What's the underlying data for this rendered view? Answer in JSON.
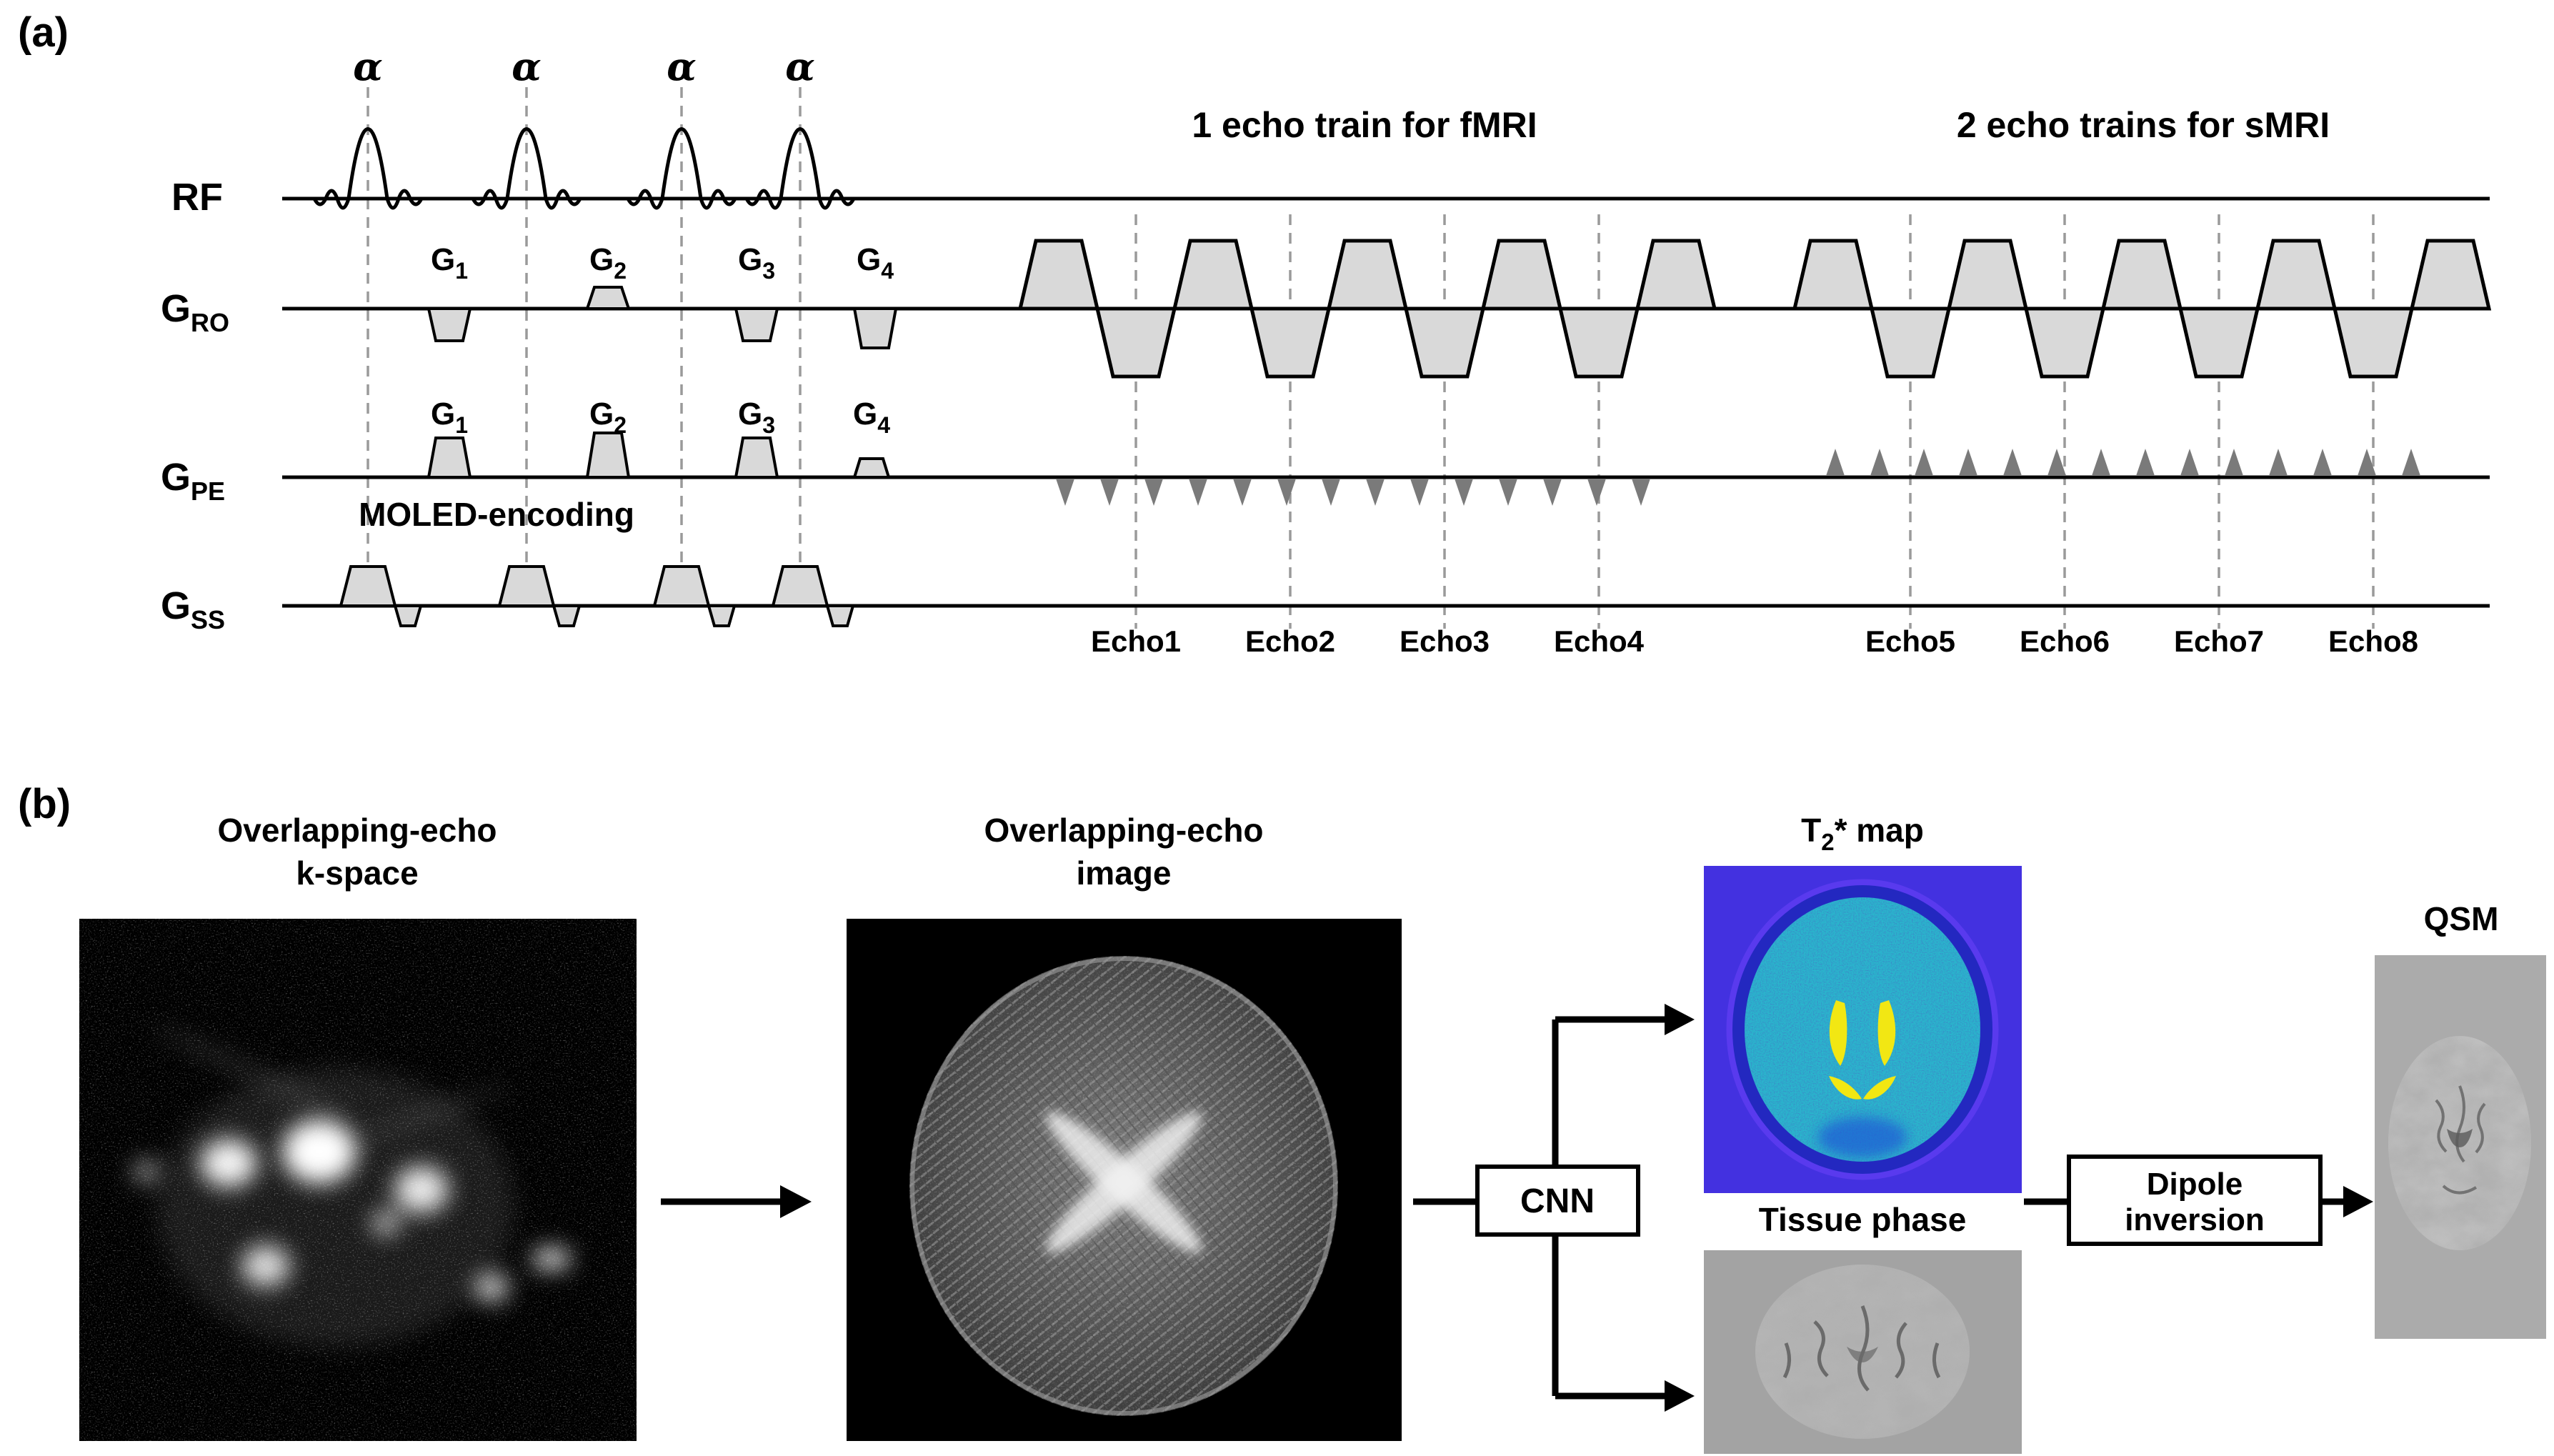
{
  "panel_a": {
    "label": "(a)",
    "rf_label": "RF",
    "row_g_main": "G",
    "row_ro_sub": "RO",
    "row_pe_sub": "PE",
    "row_ss_sub": "SS",
    "alpha": "α",
    "train1_title": "1 echo train for fMRI",
    "train2_title": "2 echo trains for sMRI",
    "moled_label": "MOLED-encoding",
    "grad_main": "G",
    "grad_subs": [
      "1",
      "2",
      "3",
      "4"
    ],
    "echo_labels": [
      "Echo1",
      "Echo2",
      "Echo3",
      "Echo4",
      "Echo5",
      "Echo6",
      "Echo7",
      "Echo8"
    ]
  },
  "panel_b": {
    "label": "(b)",
    "kspace_title": {
      "line1": "Overlapping-echo",
      "line2": "k-space"
    },
    "image_title": {
      "line1": "Overlapping-echo",
      "line2": "image"
    },
    "cnn_label": "CNN",
    "t2_title": {
      "main": "T",
      "sub": "2",
      "rest": "* map"
    },
    "tissue_phase_label": "Tissue phase",
    "dipole_box": {
      "line1": "Dipole",
      "line2": "inversion"
    },
    "qsm_label": "QSM"
  },
  "colors": {
    "gradient_fill": "#d9d9d9",
    "pe_blip_fill": "#7a7a7a",
    "dashed_line": "#9a9a9a",
    "t2_background": "#4331e0",
    "t2_brain": "#2ab5cd",
    "t2_ventricles": "#f2e713",
    "phase_background": "#a3a3a3"
  }
}
